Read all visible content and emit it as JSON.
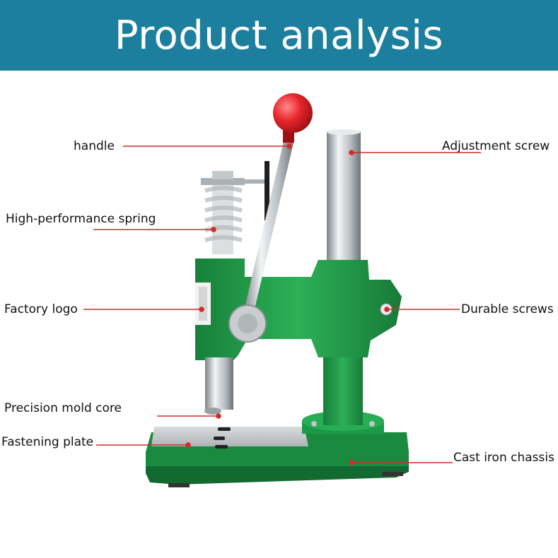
{
  "title": "Product analysis",
  "colors": {
    "banner": "#1d7f9e",
    "title_text": "#ffffff",
    "leader_line": "#d42a2a",
    "machine_body": "#1f9a4a",
    "knob": "#e8262b"
  },
  "callouts": {
    "handle": "handle",
    "adjustment_screw": "Adjustment screw",
    "spring": "High-performance spring",
    "factory_logo": "Factory logo",
    "durable_screws": "Durable screws",
    "mold_core": "Precision mold core",
    "fastening_plate": "Fastening plate",
    "chassis": "Cast iron chassis"
  }
}
